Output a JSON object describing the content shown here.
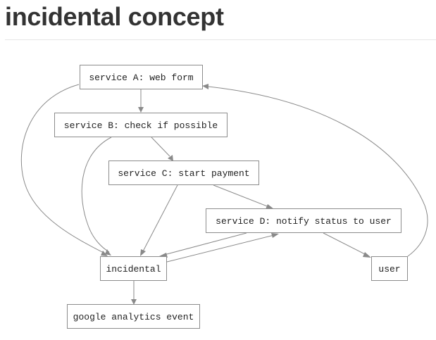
{
  "page": {
    "title": "incidental concept"
  },
  "diagram": {
    "nodes": {
      "service_a": "service A: web form",
      "service_b": "service B: check if possible",
      "service_c": "service C: start payment",
      "service_d": "service D: notify status to user",
      "incidental": "incidental",
      "user": "user",
      "analytics": "google analytics event"
    },
    "edges": [
      {
        "from": "service_a",
        "to": "service_b"
      },
      {
        "from": "service_a",
        "to": "incidental"
      },
      {
        "from": "service_b",
        "to": "service_c"
      },
      {
        "from": "service_b",
        "to": "incidental"
      },
      {
        "from": "service_c",
        "to": "service_d"
      },
      {
        "from": "service_c",
        "to": "incidental"
      },
      {
        "from": "service_d",
        "to": "incidental"
      },
      {
        "from": "incidental",
        "to": "service_d"
      },
      {
        "from": "service_d",
        "to": "user"
      },
      {
        "from": "user",
        "to": "service_a"
      },
      {
        "from": "incidental",
        "to": "analytics"
      }
    ]
  }
}
